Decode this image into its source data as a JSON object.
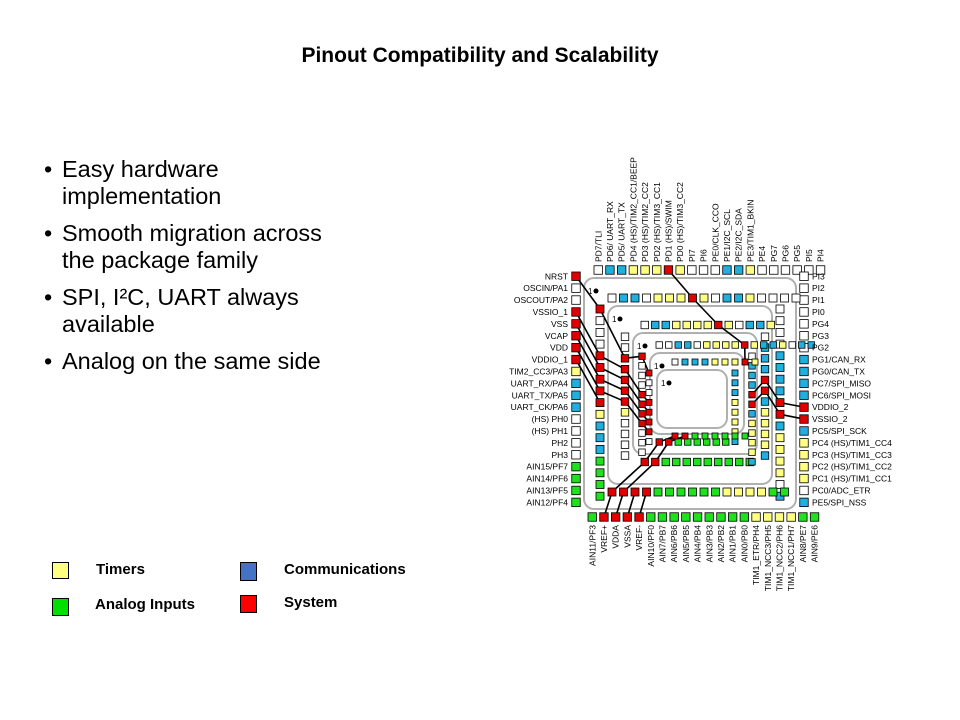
{
  "slide": {
    "title": "Pinout Compatibility and Scalability",
    "bullets": [
      {
        "line1": "Easy hardware",
        "line2": "implementation"
      },
      {
        "line1": "Smooth migration across",
        "line2": "the package family"
      },
      {
        "line1": "SPI, I²C, UART always",
        "line2": "available"
      },
      {
        "line1": "Analog on the same side",
        "line2": ""
      }
    ],
    "bullet_glyph": "•"
  },
  "legend": [
    {
      "label": "Timers",
      "key": "timer",
      "color": "#ffff80"
    },
    {
      "label": "Communications",
      "key": "comm",
      "color": "#4472c4"
    },
    {
      "label": "Analog Inputs",
      "key": "analog",
      "color": "#00e000"
    },
    {
      "label": "System",
      "key": "system",
      "color": "#ff0000"
    }
  ],
  "pin_colors": {
    "timer": "#ffff80",
    "comm": "#20b0e0",
    "analog": "#20e020",
    "system": "#e00000",
    "none": "#ffffff"
  },
  "diagram": {
    "pin1_marker": "1",
    "left_labels": [
      "NRST",
      "OSCIN/PA1",
      "OSCOUT/PA2",
      "VSSIO_1",
      "VSS",
      "VCAP",
      "VDD",
      "VDDIO_1",
      "TIM2_CC3/PA3",
      "UART_RX/PA4",
      "UART_TX/PA5",
      "UART_CK/PA6",
      "(HS) PH0",
      "(HS) PH1",
      "PH2",
      "PH3",
      "AIN15/PF7",
      "AIN14/PF6",
      "AIN13/PF5",
      "AIN12/PF4"
    ],
    "left_types": [
      "system",
      "none",
      "none",
      "system",
      "system",
      "system",
      "system",
      "system",
      "timer",
      "comm",
      "comm",
      "comm",
      "none",
      "none",
      "none",
      "none",
      "analog",
      "analog",
      "analog",
      "analog"
    ],
    "top_labels": [
      "PD7/TLI",
      "PD6/ UART_RX",
      "PD5/ UART_TX",
      "PD4 (HS)/TIM2_CC1/BEEP",
      "PD3 (HS)/TIM2_CC2",
      "PD2 (HS)/TIM3_CC1",
      "PD1 (HS)/SWIM",
      "PD0 (HS)/TIM3_CC2",
      "PI7",
      "PI6",
      "PE0/CLK_CCO",
      "PE1/I2C_SCL",
      "PE2/I2C_SDA",
      "PE3/TIM1_BKIN",
      "PE4",
      "PG7",
      "PG6",
      "PG5",
      "PI5",
      "PI4"
    ],
    "top_types": [
      "none",
      "comm",
      "comm",
      "timer",
      "timer",
      "timer",
      "system",
      "timer",
      "none",
      "none",
      "none",
      "comm",
      "comm",
      "timer",
      "none",
      "none",
      "none",
      "none",
      "none",
      "none"
    ],
    "right_labels": [
      "PI3",
      "PI2",
      "PI1",
      "PI0",
      "PG4",
      "PG3",
      "PG2",
      "PG1/CAN_RX",
      "PG0/CAN_TX",
      "PC7/SPI_MISO",
      "PC6/SPI_MOSI",
      "VDDIO_2",
      "VSSIO_2",
      "PC5/SPI_SCK",
      "PC4 (HS)/TIM1_CC4",
      "PC3 (HS)/TIM1_CC3",
      "PC2 (HS)/TIM1_CC2",
      "PC1 (HS)/TIM1_CC1",
      "PC0/ADC_ETR",
      "PE5/SPI_NSS"
    ],
    "right_types": [
      "none",
      "none",
      "none",
      "none",
      "none",
      "none",
      "none",
      "comm",
      "comm",
      "comm",
      "comm",
      "system",
      "system",
      "comm",
      "timer",
      "timer",
      "timer",
      "timer",
      "none",
      "comm"
    ],
    "bottom_labels": [
      "AIN11/PF3",
      "VREF+",
      "VDDA",
      "VSSA",
      "VREF-",
      "AIN10/PF0",
      "AIN7/PB7",
      "AIN6/PB6",
      "AIN5/PB5",
      "AIN4/PB4",
      "AIN3/PB3",
      "AIN2/PB2",
      "AIN1/PB1",
      "AIN0/PB0",
      "TIM1_ETR/PH4",
      "TIM1_NCC3/PH5",
      "TIM1_NCC2/PH6",
      "TIM1_NCC1/PH7",
      "AIN8/PE7",
      "AIN9/PE6"
    ],
    "bottom_types": [
      "analog",
      "system",
      "system",
      "system",
      "system",
      "analog",
      "analog",
      "analog",
      "analog",
      "analog",
      "analog",
      "analog",
      "analog",
      "analog",
      "timer",
      "timer",
      "timer",
      "timer",
      "analog",
      "analog"
    ],
    "packages": [
      {
        "name": "package-80-pin",
        "top": [
          "none",
          "comm",
          "comm",
          "timer",
          "timer",
          "timer",
          "system",
          "timer",
          "none",
          "none",
          "none",
          "comm",
          "comm",
          "timer",
          "none",
          "none",
          "none",
          "none",
          "none",
          "none"
        ],
        "left": [
          "system",
          "none",
          "none",
          "system",
          "system",
          "system",
          "system",
          "system",
          "timer",
          "comm",
          "comm",
          "comm",
          "none",
          "none",
          "none",
          "none",
          "analog",
          "analog",
          "analog",
          "analog"
        ],
        "right": [
          "none",
          "none",
          "none",
          "none",
          "none",
          "none",
          "none",
          "comm",
          "comm",
          "comm",
          "comm",
          "system",
          "system",
          "comm",
          "timer",
          "timer",
          "timer",
          "timer",
          "none",
          "comm"
        ],
        "bottom": [
          "analog",
          "system",
          "system",
          "system",
          "system",
          "analog",
          "analog",
          "analog",
          "analog",
          "analog",
          "analog",
          "analog",
          "analog",
          "analog",
          "timer",
          "timer",
          "timer",
          "timer",
          "analog",
          "analog"
        ]
      },
      {
        "name": "package-64-pin",
        "top": [
          "none",
          "comm",
          "comm",
          "none",
          "timer",
          "timer",
          "timer",
          "system",
          "timer",
          "none",
          "comm",
          "comm",
          "timer",
          "none",
          "none",
          "none",
          "none"
        ],
        "left": [
          "system",
          "none",
          "none",
          "none",
          "system",
          "system",
          "system",
          "system",
          "system",
          "timer",
          "comm",
          "comm",
          "comm",
          "analog",
          "analog",
          "analog",
          "analog"
        ],
        "right": [
          "none",
          "none",
          "none",
          "none",
          "comm",
          "comm",
          "comm",
          "comm",
          "system",
          "system",
          "comm",
          "timer",
          "timer",
          "timer",
          "timer",
          "none",
          "comm"
        ],
        "bottom": [
          "system",
          "system",
          "system",
          "system",
          "analog",
          "analog",
          "analog",
          "analog",
          "analog",
          "analog",
          "timer",
          "timer",
          "timer",
          "timer",
          "analog",
          "analog"
        ]
      },
      {
        "name": "package-48-pin",
        "top": [
          "none",
          "comm",
          "comm",
          "timer",
          "timer",
          "timer",
          "timer",
          "system",
          "timer",
          "none",
          "comm",
          "comm",
          "timer"
        ],
        "left": [
          "none",
          "none",
          "system",
          "system",
          "system",
          "system",
          "system",
          "timer",
          "none",
          "none",
          "none",
          "none"
        ],
        "right": [
          "none",
          "comm",
          "comm",
          "comm",
          "system",
          "system",
          "comm",
          "timer",
          "timer",
          "timer",
          "timer",
          "comm"
        ],
        "bottom": [
          "system",
          "system",
          "analog",
          "analog",
          "analog",
          "analog",
          "analog",
          "analog",
          "analog",
          "analog",
          "analog"
        ]
      },
      {
        "name": "package-32-pin",
        "top": [
          "none",
          "none",
          "comm",
          "comm",
          "none",
          "timer",
          "timer",
          "timer",
          "timer",
          "system",
          "timer",
          "comm",
          "comm",
          "timer",
          "none",
          "comm",
          "comm"
        ],
        "left": [
          "system",
          "none",
          "none",
          "none",
          "system",
          "system",
          "system",
          "system",
          "none",
          "none",
          "none"
        ],
        "right": [
          "none",
          "comm",
          "comm",
          "comm",
          "system",
          "system",
          "comm",
          "timer",
          "timer",
          "timer",
          "timer",
          "comm"
        ],
        "bottom": [
          "system",
          "system",
          "analog",
          "analog",
          "analog",
          "analog",
          "analog",
          "analog"
        ]
      },
      {
        "name": "package-20-pin",
        "top": [
          "none",
          "comm",
          "comm",
          "comm",
          "timer",
          "timer",
          "timer",
          "system",
          "timer"
        ],
        "left": [
          "system",
          "none",
          "none",
          "system",
          "system",
          "system",
          "system",
          "none"
        ],
        "right": [
          "comm",
          "comm",
          "comm",
          "timer",
          "timer",
          "timer",
          "timer",
          "comm"
        ],
        "bottom": [
          "system",
          "system",
          "analog",
          "analog",
          "analog",
          "analog",
          "analog",
          "analog"
        ]
      }
    ]
  }
}
